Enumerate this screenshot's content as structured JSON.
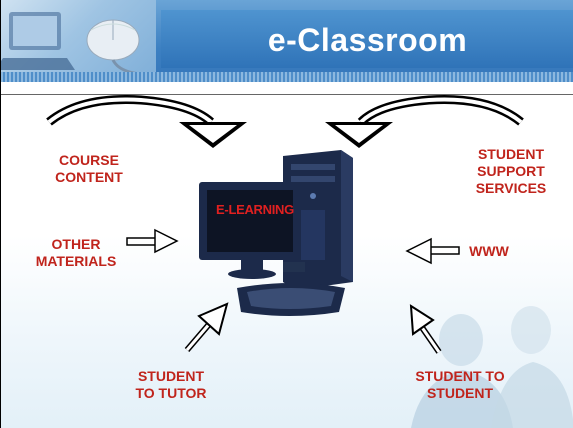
{
  "header": {
    "title": "e-Classroom",
    "photo_icon": "computer-mouse-photo-icon"
  },
  "diagram": {
    "center_label": "E-LEARNING",
    "labels": {
      "course_content": [
        "COURSE",
        "CONTENT"
      ],
      "student_support": [
        "STUDENT",
        "SUPPORT",
        "SERVICES"
      ],
      "other_materials": [
        "OTHER",
        "MATERIALS"
      ],
      "www": [
        "WWW"
      ],
      "student_tutor": [
        "STUDENT",
        "TO TUTOR"
      ],
      "student_student": [
        "STUDENT TO",
        "STUDENT"
      ]
    },
    "colors": {
      "label_red": "#c0241c",
      "header_blue": "#3c80c2",
      "computer_navy": "#1c2a4a"
    }
  }
}
